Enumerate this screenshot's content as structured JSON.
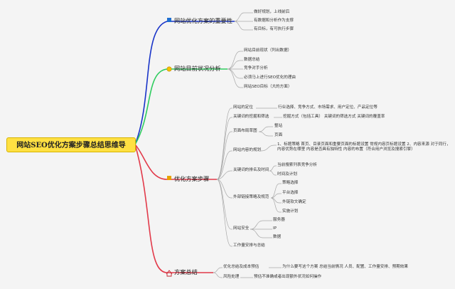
{
  "root": {
    "title": "网站SEO优化方案步骤总结思维导"
  },
  "colors": {
    "blue": "#1833c8",
    "green": "#2ecc5e",
    "red": "#e23a4a",
    "root_fill": "#ffe042",
    "grey": "#a8a8a8"
  },
  "branches": [
    {
      "title": "网站优化方案的重要性",
      "icon": "flag-icon",
      "items": [
        "做好规划，上线前后",
        "有数据和分析作为支撑",
        "有目标，有可执行步骤"
      ]
    },
    {
      "title": "网站目前状况分析",
      "icon": "sun-icon",
      "items": [
        "网站目前现状（列出数据）",
        "数据总结",
        "竞争对手分析",
        "必须马上进行SEO优化的理由",
        "网站SEO目标（大的方面）"
      ]
    },
    {
      "title": "优化方案步骤",
      "icon": "flag-icon",
      "items": [
        {
          "label": "网站的定位",
          "note": "行业选择、竞争方式、市场需求、用户定位、产品定位等"
        },
        {
          "label": "关键词的挖掘和筛选",
          "note": "挖掘方式（包括工具） 关键词的筛选方式 关键词的覆盖率"
        },
        {
          "label": "页面布局草图",
          "subs": [
            "整站",
            "页面"
          ]
        },
        {
          "label": "网站内容的规划",
          "note": "1、标题策略 首页、目录页面和重要页面的标题设置 常规内容页标题设置 2、内容来源 对于同行，内容优势在哪里 内容是否具有独特性 内容的布置（符合用户浏览及搜索引擎）"
        },
        {
          "label": "关键词的排名及时间",
          "subs": [
            "当前搜索列表竞争分析",
            "时间及计划"
          ]
        },
        {
          "label": "外部链接策略及规范",
          "subs": [
            "策略选择",
            "平台选择",
            "外链软文确定",
            "实施计划"
          ]
        },
        {
          "label": "网站安全",
          "subs": [
            "服务器",
            "IP",
            "数据"
          ]
        },
        {
          "label": "工作量安排与总结"
        }
      ]
    },
    {
      "title": "方案总结",
      "icon": "home-icon",
      "items": [
        {
          "label": "优化总结及成本预估",
          "note": "为什么要写这个方案 总结当前情况 人员、配置、工作量安排、预期效果"
        },
        {
          "label": "风险处理",
          "note": "预估不准确或者出现额外状况如何操作"
        }
      ]
    }
  ]
}
